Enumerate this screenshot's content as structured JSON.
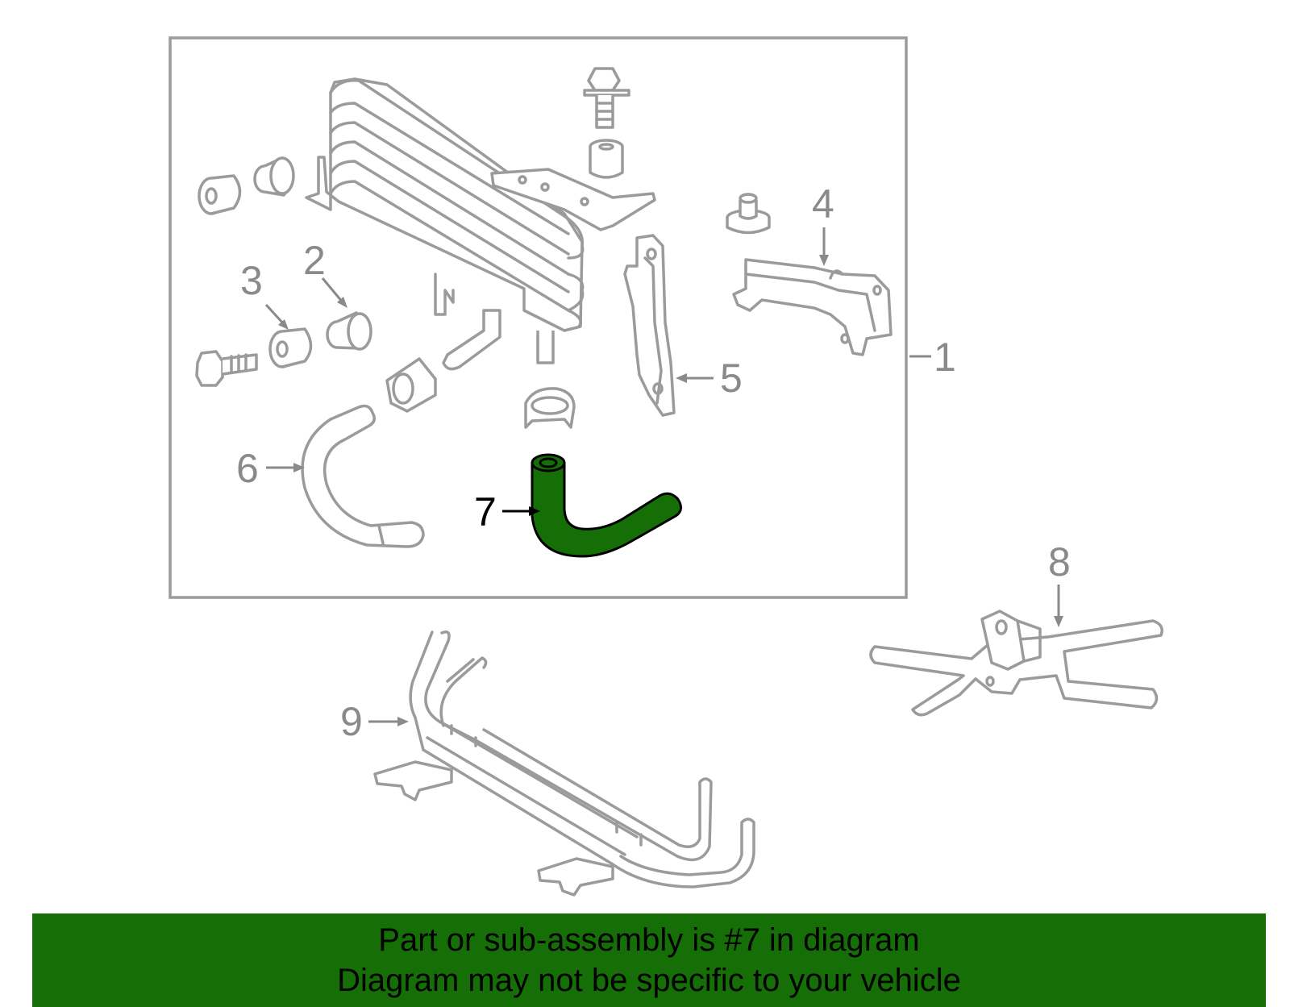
{
  "diagram": {
    "callouts": [
      "1",
      "2",
      "3",
      "4",
      "5",
      "6",
      "7",
      "8",
      "9"
    ],
    "highlighted_part": "7",
    "highlight_color": "#156f06",
    "line_color": "#9b9b9b",
    "background": "#ffffff"
  },
  "banner": {
    "line1": "Part or sub-assembly is #7 in diagram",
    "line2": "Diagram may not be specific to your vehicle",
    "color": "#156f06"
  }
}
